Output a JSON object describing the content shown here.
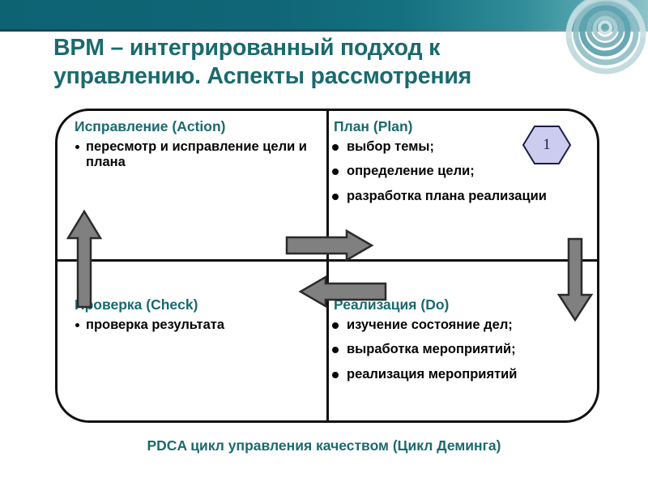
{
  "slide": {
    "title": "BPM – интегрированный  подход к управлению. Аспекты рассмотрения",
    "caption": "PDCA цикл управления качеством (Цикл Деминга)",
    "badge": "1",
    "colors": {
      "band_teal": "#0e6373",
      "heading_teal": "#1a6a6f",
      "arrow_gray": "#808080",
      "outline_black": "#111111",
      "badge_fill": "#ccccef",
      "badge_border": "#1c1c4a"
    }
  },
  "quadrants": {
    "action": {
      "heading": "Исправление (Action)",
      "bullets": [
        "пересмотр и исправление цели и плана"
      ]
    },
    "plan": {
      "heading": "План (Plan)",
      "bullets": [
        "выбор темы;",
        "определение цели;",
        "разработка плана реализации"
      ]
    },
    "check": {
      "heading": "Проверка (Check)",
      "bullets": [
        "проверка результата"
      ]
    },
    "do": {
      "heading": "Реализация (Do)",
      "bullets": [
        "изучение состояние дел;",
        "выработка мероприятий;",
        "реализация мероприятий"
      ]
    }
  },
  "arrows": {
    "up": "arrow-up-icon",
    "down": "arrow-down-icon",
    "right": "arrow-right-icon",
    "left": "arrow-left-icon"
  },
  "decoration": {
    "spiral": "spiral-icon"
  }
}
